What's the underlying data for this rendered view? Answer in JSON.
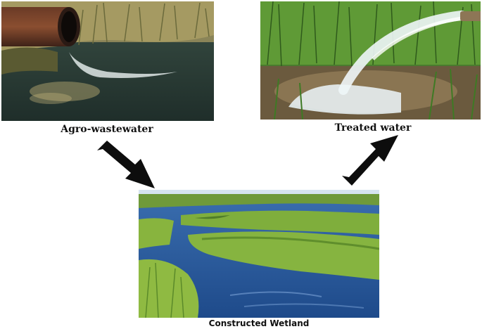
{
  "labels": {
    "input": "Agro-wastewater",
    "output": "Treated water",
    "system": "Constructed Wetland"
  },
  "colors": {
    "arrow": "#0d0d0d"
  }
}
